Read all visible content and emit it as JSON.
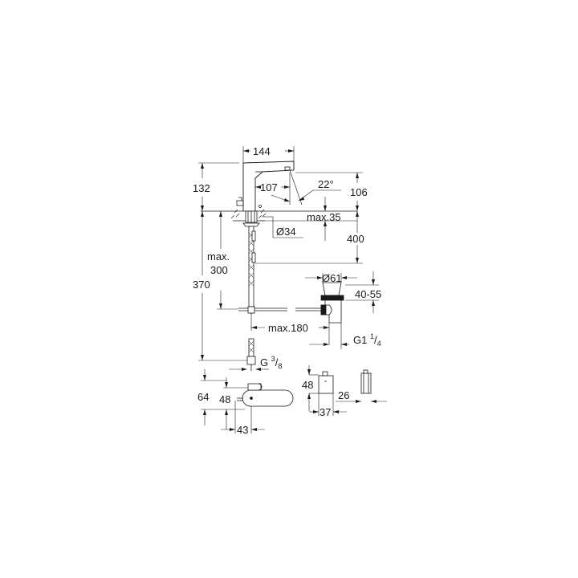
{
  "drawing": {
    "title": "Electronic basin mixer – dimensional drawing",
    "units": "mm",
    "line_color": "#1a1a1a",
    "background": "#ffffff"
  },
  "dimensions": {
    "spout_width": "144",
    "spout_reach": "107",
    "spray_angle": "22°",
    "spout_outlet_height": "106",
    "body_height": "132",
    "deck_thickness": "max.35",
    "hole_diameter": "Ø34",
    "flexible_length": "400",
    "max_to_drain_label_1": "max.",
    "max_to_drain_label_2": "300",
    "total_height": "370",
    "waste_diameter": "Ø61",
    "waste_range": "40-55",
    "pop_up_rod": "max.180",
    "waste_thread_main": "G1",
    "waste_thread_sup": "1",
    "waste_thread_sub": "4",
    "supply_thread_main": "G",
    "supply_thread_sup": "3",
    "supply_thread_sub": "8",
    "plan_depth": "64",
    "plan_body": "48",
    "plan_offset": "43",
    "box_height": "48",
    "box_width": "37",
    "box_depth": "26"
  }
}
